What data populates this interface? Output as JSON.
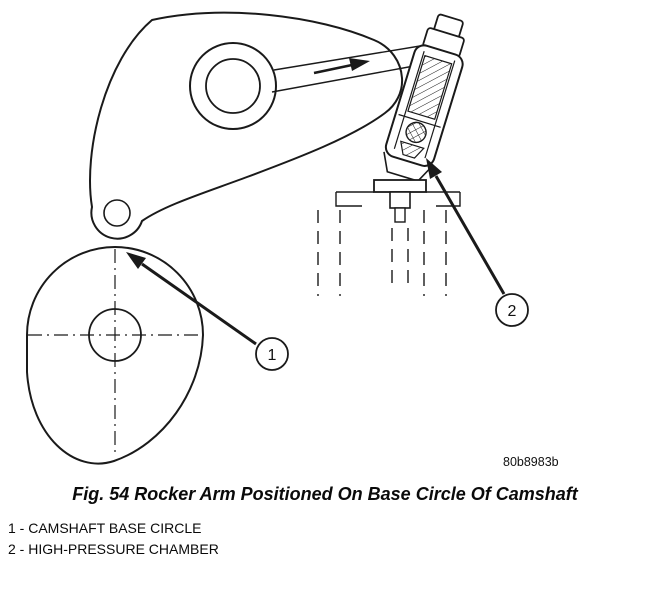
{
  "figure": {
    "code": "80b8983b",
    "caption": "Fig. 54 Rocker Arm Positioned On Base Circle Of Camshaft"
  },
  "callouts": [
    {
      "number": "1"
    },
    {
      "number": "2"
    }
  ],
  "legend": {
    "items": [
      {
        "text": "1 - CAMSHAFT BASE CIRCLE"
      },
      {
        "text": "2 - HIGH-PRESSURE CHAMBER"
      }
    ]
  }
}
